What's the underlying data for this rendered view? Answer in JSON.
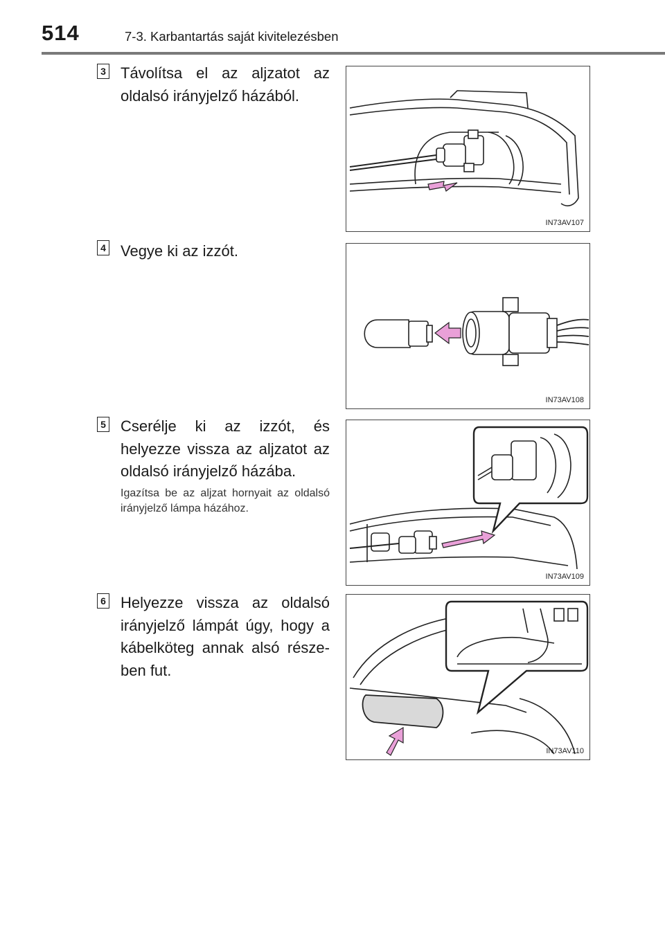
{
  "header": {
    "page_number": "514",
    "chapter_title": "7-3. Karbantartás saját kivitelezésben"
  },
  "steps": [
    {
      "number": "3",
      "text": "Távolítsa el az aljzatot az oldalsó irányjelző házából.",
      "figure_code": "IN73AV107"
    },
    {
      "number": "4",
      "text": "Vegye ki az izzót.",
      "figure_code": "IN73AV108"
    },
    {
      "number": "5",
      "text": "Cserélje ki az izzót, és helyezze vissza az aljzatot az oldalsó irányjelző házába.",
      "note": "Igazítsa be az aljzat hornyait az oldalsó irányjelző lámpa házához.",
      "figure_code": "IN73AV109"
    },
    {
      "number": "6",
      "text": "Helyezze vissza az oldalsó irányjelző lámpát úgy, hogy a kábelköteg annak alsó része­ben fut.",
      "figure_code": "IN73AV110"
    }
  ],
  "colors": {
    "arrow": "#e9a0d8",
    "rule": "#7a7a7a"
  }
}
